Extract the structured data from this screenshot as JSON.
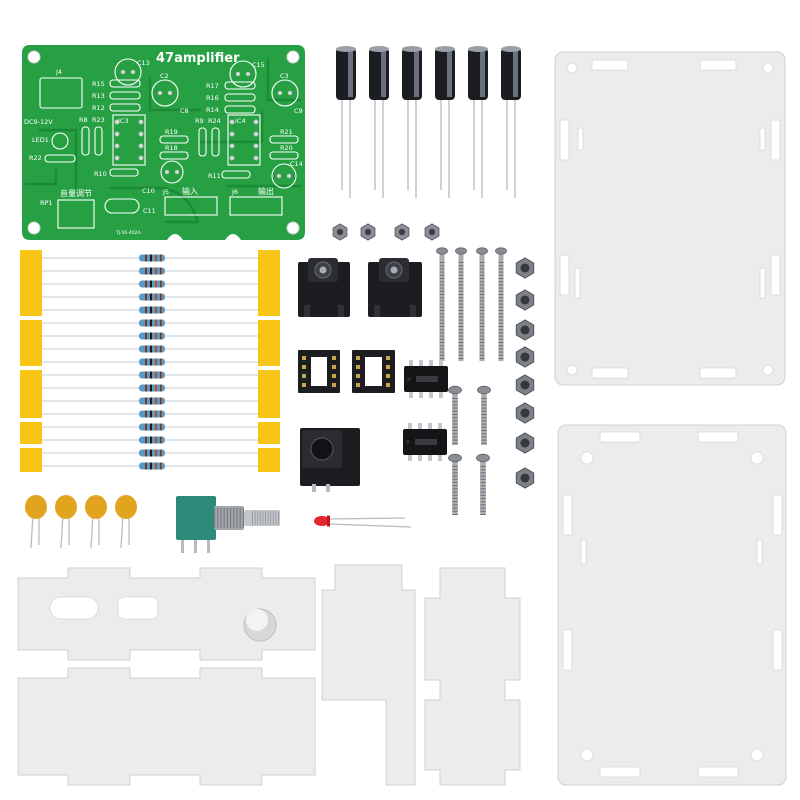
{
  "pcb": {
    "title": "47amplifier",
    "power": "DC9-12V",
    "volume": "音量调节",
    "input": "输入",
    "output": "输出",
    "model": "TJ-56-402A.",
    "labels": {
      "J4": "J4",
      "C13": "C13",
      "C15": "C15",
      "C2": "C2",
      "C3": "C3",
      "C8": "C8",
      "C9": "C9",
      "R15": "R15",
      "R13": "R13",
      "R12": "R12",
      "R17": "R17",
      "R16": "R16",
      "R14": "R14",
      "R8": "R8",
      "R23": "R23",
      "IC3": "IC3",
      "IC4": "IC4",
      "R19": "R19",
      "R18": "R18",
      "R9": "R9",
      "R24": "R24",
      "R21": "R21",
      "R20": "R20",
      "LED1": "LED1",
      "R22": "R22",
      "R10": "R10",
      "R11": "R11",
      "C14": "C14",
      "C10": "C10",
      "C11": "C11",
      "J5": "J5",
      "J6": "J6",
      "RP1": "RP1"
    }
  },
  "colors": {
    "pcb_green": "#26a043",
    "silkscreen": "#ffffff",
    "acrylic": "#ececec",
    "component_black": "#1b1d21",
    "tape_yellow": "#f6c515",
    "resistor_blue": "#5a9ac4",
    "ceramic_yellow": "#e2a41e",
    "led_red": "#e3262b"
  }
}
